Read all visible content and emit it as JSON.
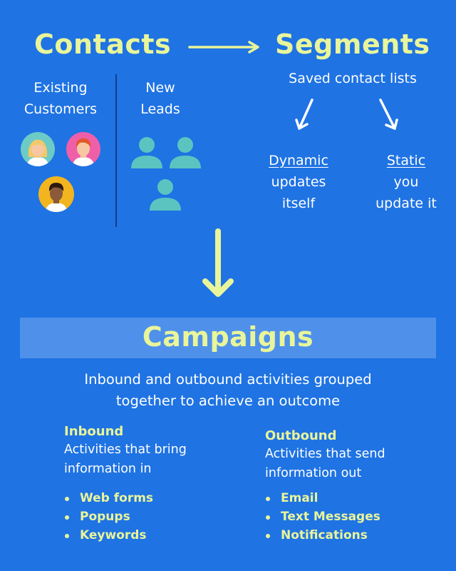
{
  "colors": {
    "background": "#1f73e3",
    "accent_yellow": "#e9f59a",
    "banner": "#4f91ea",
    "lead_teal": "#5cc4c0",
    "divider": "#153e8f"
  },
  "contacts": {
    "title": "Contacts",
    "existing": {
      "line1": "Existing",
      "line2": "Customers"
    },
    "new_leads": {
      "line1": "New",
      "line2": "Leads"
    }
  },
  "segments": {
    "title": "Segments",
    "subtitle": "Saved contact lists",
    "dynamic": {
      "title": "Dynamic",
      "line1": "updates",
      "line2": "itself"
    },
    "static": {
      "title": "Static",
      "line1": "you",
      "line2": "update it"
    }
  },
  "campaigns": {
    "title": "Campaigns",
    "description_line1": "Inbound and outbound activities grouped",
    "description_line2": "together to achieve an outcome",
    "inbound": {
      "title": "Inbound",
      "desc_line1": "Activities that bring",
      "desc_line2": "information in",
      "items": [
        "Web forms",
        "Popups",
        "Keywords"
      ]
    },
    "outbound": {
      "title": "Outbound",
      "desc_line1": "Activities that send",
      "desc_line2": "information out",
      "items": [
        "Email",
        "Text Messages",
        "Notifications"
      ]
    }
  }
}
